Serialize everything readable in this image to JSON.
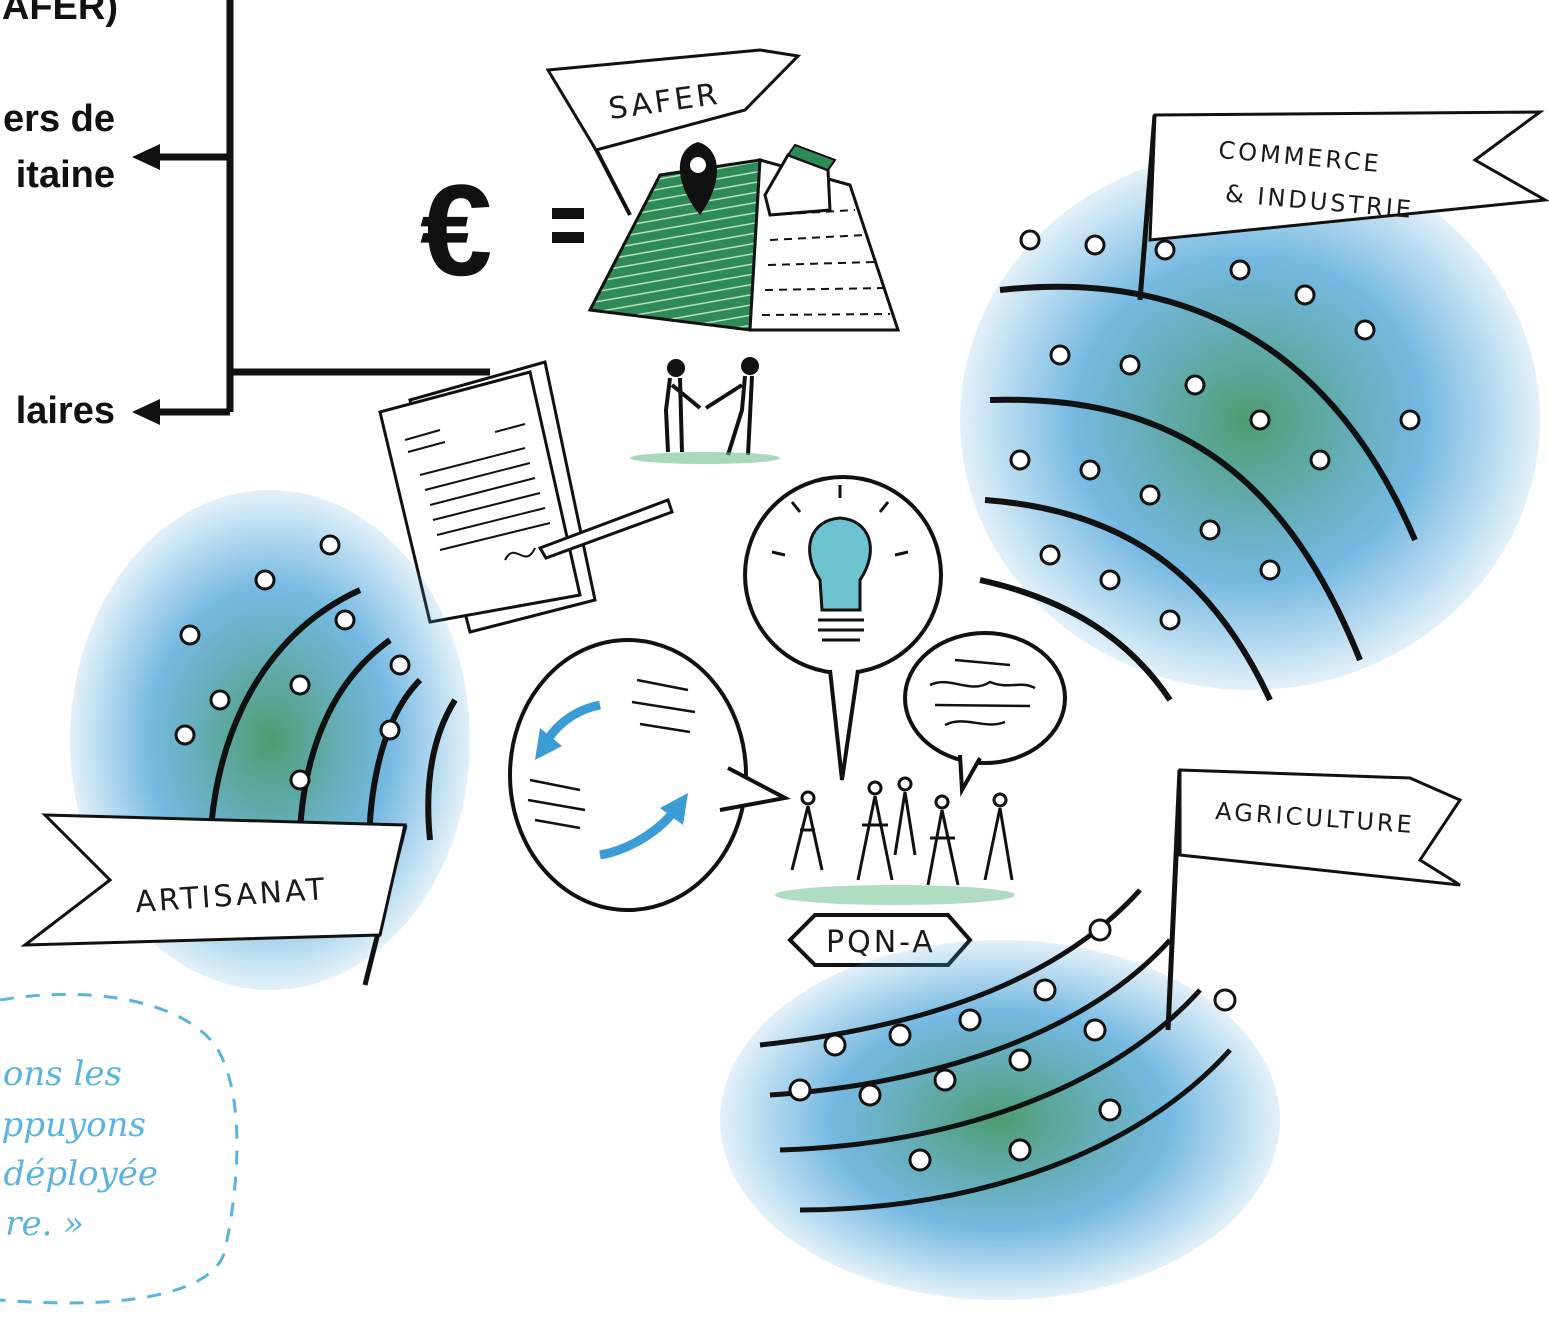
{
  "left_text": {
    "top_fragment": "AFER)",
    "middle_line1": "ers de",
    "middle_line2": "itaine",
    "bottom_fragment": "laires"
  },
  "flags": {
    "safer": "SAFER",
    "commerce_line1": "COMMERCE",
    "commerce_line2": "& INDUSTRIE",
    "artisanat": "ARTISANAT",
    "agriculture": "AGRICULTURE"
  },
  "center_tag": "PQN-A",
  "euro_equation": {
    "symbol": "€",
    "equals": "="
  },
  "quote_lines": [
    "ons les",
    "ppuyons",
    "déployée",
    "re. »"
  ],
  "colors": {
    "green": "#2e8b57",
    "blue": "#3a9bd5",
    "ink": "#111111",
    "quote": "#5bb3e0"
  }
}
